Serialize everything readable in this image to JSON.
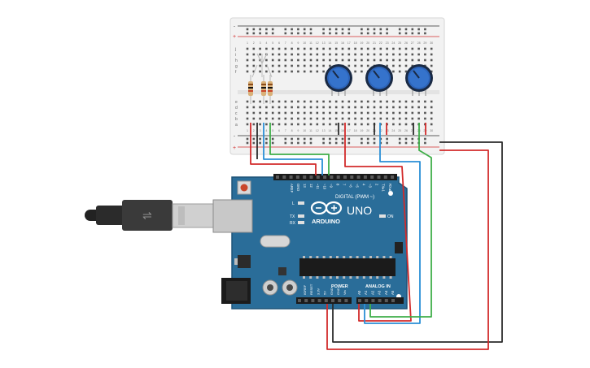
{
  "board": {
    "brand": "ARDUINO",
    "model": "UNO",
    "digital_label": "DIGITAL (PWM ~)",
    "power_label": "POWER",
    "analog_label": "ANALOG IN",
    "on_label": "ON",
    "led_l": "L",
    "led_tx": "TX",
    "led_rx": "RX",
    "digital_pins": [
      "AREF",
      "GND",
      "13",
      "12",
      "~11",
      "~10",
      "~9",
      "8",
      "7",
      "~6",
      "~5",
      "4",
      "~3",
      "2",
      "TX▸1",
      "RX◂0"
    ],
    "power_pins": [
      "IOREF",
      "RESET",
      "3.3V",
      "5V",
      "GND",
      "GND",
      "Vin"
    ],
    "analog_pins": [
      "A0",
      "A1",
      "A2",
      "A3",
      "A4",
      "A5"
    ]
  },
  "breadboard": {
    "row_letters_top": [
      "j",
      "i",
      "h",
      "g",
      "f"
    ],
    "row_letters_bottom": [
      "e",
      "d",
      "c",
      "b",
      "a"
    ],
    "column_numbers": [
      "1",
      "2",
      "3",
      "4",
      "5",
      "6",
      "7",
      "8",
      "9",
      "10",
      "11",
      "12",
      "13",
      "14",
      "15",
      "16",
      "17",
      "18",
      "19",
      "20",
      "21",
      "22",
      "23",
      "24",
      "25",
      "26",
      "27",
      "28",
      "29",
      "30"
    ],
    "rail_plus": "+",
    "rail_minus": "-"
  },
  "colors": {
    "board": "#2a6d99",
    "board_edge": "#1f5478",
    "breadboard": "#f2f2f2",
    "wire_red": "#d22b2b",
    "wire_black": "#2b2b2b",
    "wire_blue": "#2a8fd6",
    "wire_green": "#3fae49",
    "pot": "#2c63b8"
  }
}
